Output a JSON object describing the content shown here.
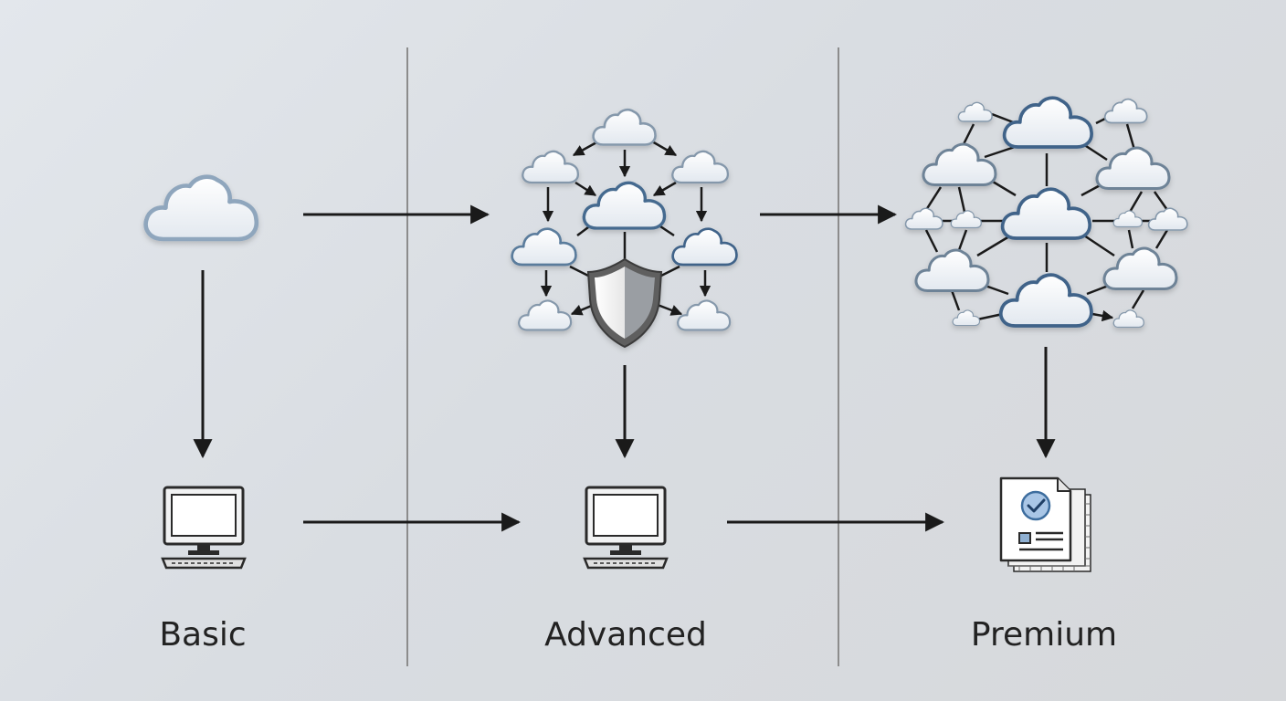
{
  "tiers": {
    "basic": {
      "label": "Basic",
      "icon": "cloud-icon",
      "output_icon": "computer-icon"
    },
    "advanced": {
      "label": "Advanced",
      "icon": "cloud-network-shield-icon",
      "output_icon": "computer-icon"
    },
    "premium": {
      "label": "Premium",
      "icon": "cloud-mesh-icon",
      "output_icon": "document-check-icon"
    }
  },
  "colors": {
    "background": "#dde1e6",
    "cloud_fill": "#f4f7fb",
    "cloud_stroke_light": "#8fa3b8",
    "cloud_stroke_dark": "#4a6f95",
    "arrow": "#222222",
    "divider": "#8a8a8a",
    "check": "#4a7fb5"
  }
}
